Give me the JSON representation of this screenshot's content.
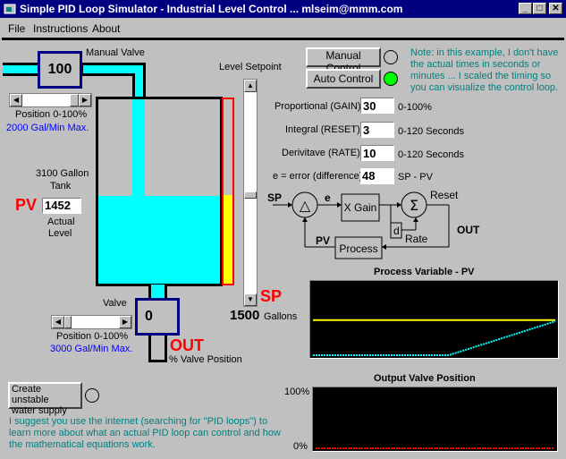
{
  "window": {
    "title": "Simple PID Loop Simulator - Industrial Level Control ... mlseim@mmm.com",
    "controls": [
      "minimize",
      "maximize",
      "close"
    ]
  },
  "menu": [
    "File",
    "Instructions",
    "About"
  ],
  "inlet": {
    "label": "Manual Valve",
    "value": "100",
    "position_label": "Position 0-100%",
    "max_flow": "2000  Gal/Min Max.",
    "slider_percent": 100
  },
  "tank": {
    "capacity_label": "3100 Gallon",
    "tank_label": "Tank",
    "pv_label": "PV",
    "pv_value": "1452",
    "actual_label": "Actual",
    "level_label": "Level",
    "fill_fraction": 0.47
  },
  "setpoint": {
    "label": "Level Setpoint",
    "sp_label": "SP",
    "value": "1500",
    "units": "Gallons",
    "fraction": 0.48
  },
  "outlet": {
    "label": "Valve",
    "value": "0",
    "position_label": "Position 0-100%",
    "max_flow": "3000 Gal/Min Max.",
    "out_label": "OUT",
    "out_desc": "% Valve Position",
    "slider_percent": 0
  },
  "modes": {
    "manual_label": "Manual Control",
    "auto_label": "Auto Control",
    "manual_active": false,
    "auto_active": true,
    "active_color": "#00ff00"
  },
  "note": "Note: in this example, I don't have the actual times in seconds or minutes ... I scaled the timing so you can visualize the control loop.",
  "params": [
    {
      "label": "Proportional (GAIN)",
      "value": "30",
      "range": "0-100%"
    },
    {
      "label": "Integral (RESET)",
      "value": "3",
      "range": "0-120 Seconds"
    },
    {
      "label": "Derivitave (RATE)",
      "value": "10",
      "range": "0-120 Seconds"
    },
    {
      "label": "e = error (difference)",
      "value": "48",
      "range": "SP - PV"
    }
  ],
  "diagram": {
    "sp": "SP",
    "e": "e",
    "delta": "△",
    "gain": "X Gain",
    "sigma": "Σ",
    "reset": "Reset",
    "d": "d",
    "rate": "Rate",
    "out": "OUT",
    "pv": "PV",
    "process": "Process"
  },
  "unstable": {
    "button_label_1": "Create unstable",
    "button_label_2": "water supply",
    "active": false
  },
  "footer_note": "I suggest you use the internet (searching for \"PID loops\") to learn more about what an actual PID loop can control and how the mathematical equations work.",
  "chart_data": [
    {
      "type": "line",
      "title": "Process Variable - PV",
      "ylim": [
        0,
        3100
      ],
      "series": [
        {
          "name": "Setpoint",
          "color": "#ffff00",
          "x": [
            0,
            100
          ],
          "y": [
            1500,
            1500
          ]
        },
        {
          "name": "PV",
          "color": "#00ffff",
          "x": [
            0,
            56,
            100
          ],
          "y": [
            0,
            0,
            1452
          ]
        }
      ]
    },
    {
      "type": "line",
      "title": "Output Valve Position",
      "ytick_labels": [
        "100%",
        "0%"
      ],
      "ylim": [
        0,
        100
      ],
      "series": [
        {
          "name": "Output",
          "color": "#ff0000",
          "x": [
            0,
            100
          ],
          "y": [
            0,
            0
          ]
        }
      ]
    }
  ]
}
